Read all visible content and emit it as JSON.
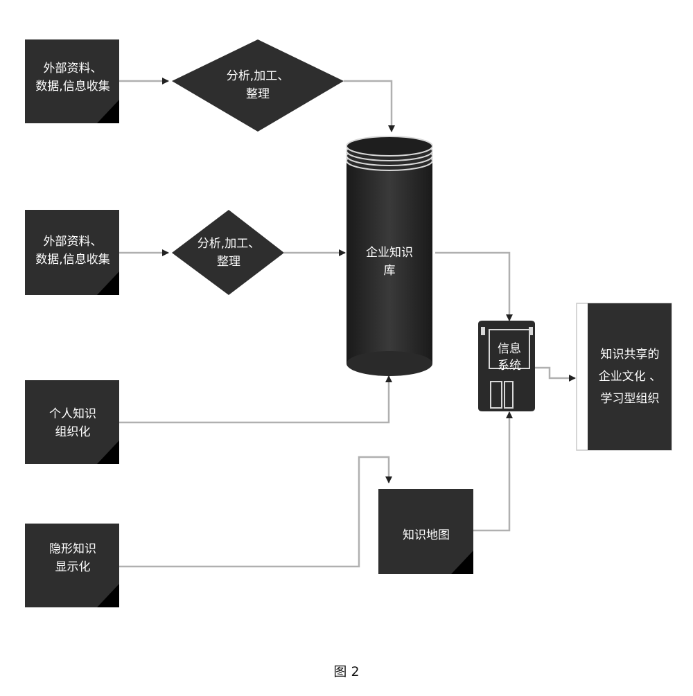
{
  "diagram": {
    "source1": "外部资料、\n数据,信息收集",
    "process1": "分析,加工、\n整理",
    "source2": "外部资料、\n数据,信息收集",
    "process2": "分析,加工、\n整理",
    "database": "企业知识\n库",
    "personal": "个人知识\n组织化",
    "tacit": "隐形知识\n显示化",
    "map": "知识地图",
    "info_system": "信息\n系统",
    "culture": "知识共享的\n企业文化 、\n学习型组织"
  },
  "caption": "图 2"
}
